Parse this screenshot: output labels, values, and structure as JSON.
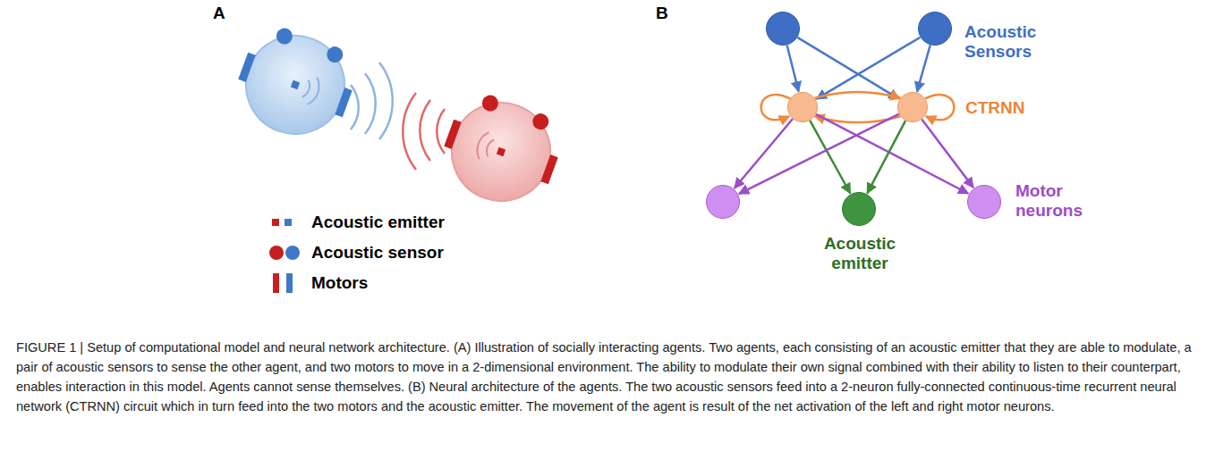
{
  "diagram": {
    "caption": "FIGURE 1 | Setup of computational model and neural network architecture. (A) Illustration of socially interacting agents. Two agents, each consisting of an acoustic emitter that they are able to modulate, a pair of acoustic sensors to sense the other agent, and two motors to move in a 2-dimensional environment. The ability to modulate their own signal combined with their ability to listen to their counterpart, enables interaction in this model. Agents cannot sense themselves. (B) Neural architecture of the agents. The two acoustic sensors feed into a 2-neuron fully-connected continuous-time recurrent neural network (CTRNN) circuit which in turn feed into the two motors and the acoustic emitter. The movement of the agent is result of the net activation of the left and right motor neurons.",
    "nodes": [
      {
        "text": []
      },
      {
        "text": [
          "Acoustic Sensors"
        ]
      },
      {
        "text": []
      },
      {
        "text": [
          "CTRNN"
        ]
      },
      {
        "text": []
      },
      {
        "text": [
          "Acoustic emitter"
        ]
      },
      {
        "text": [
          "Motor neurons"
        ]
      }
    ],
    "edges": [
      {
        "from": 0,
        "to": 2,
        "arrow": "to"
      },
      {
        "from": 0,
        "to": 3,
        "arrow": "to"
      },
      {
        "from": 1,
        "to": 2,
        "arrow": "to"
      },
      {
        "from": 1,
        "to": 3,
        "arrow": "to"
      },
      {
        "from": 2,
        "to": 3,
        "arrow": "to"
      },
      {
        "from": 3,
        "to": 2,
        "arrow": "to"
      },
      {
        "from": 2,
        "to": 2,
        "arrow": "to"
      },
      {
        "from": 3,
        "to": 3,
        "arrow": "to"
      },
      {
        "from": 2,
        "to": 4,
        "arrow": "to"
      },
      {
        "from": 2,
        "to": 5,
        "arrow": "to"
      },
      {
        "from": 2,
        "to": 6,
        "arrow": "to"
      },
      {
        "from": 3,
        "to": 4,
        "arrow": "to"
      },
      {
        "from": 3,
        "to": 5,
        "arrow": "to"
      },
      {
        "from": 3,
        "to": 6,
        "arrow": "to"
      }
    ],
    "labels": [
      "A",
      "B"
    ],
    "legend": [
      {
        "text": "Acoustic emitter"
      },
      {
        "text": "Acoustic sensor"
      },
      {
        "text": "Motors"
      }
    ]
  }
}
